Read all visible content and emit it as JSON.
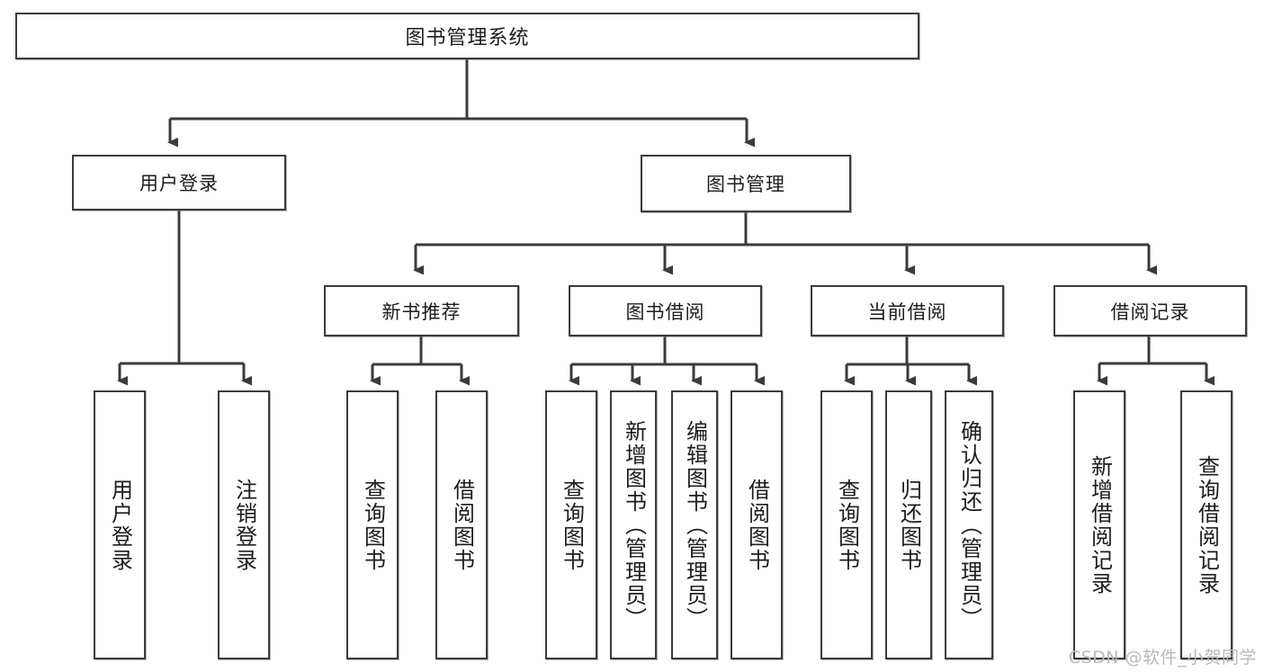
{
  "diagram": {
    "title": "图书管理系统",
    "watermark": "CSDN @软件_小贺同学",
    "colors": {
      "stroke": "#3b3b3b",
      "fill": "#ffffff",
      "text": "#1d1d1d",
      "watermark": "#b9b9b9"
    },
    "root": {
      "label": "图书管理系统"
    },
    "level1": [
      {
        "label": "用户登录"
      },
      {
        "label": "图书管理"
      }
    ],
    "level2": [
      {
        "label": "新书推荐"
      },
      {
        "label": "图书借阅"
      },
      {
        "label": "当前借阅"
      },
      {
        "label": "借阅记录"
      }
    ],
    "leaves": {
      "user_login": [
        {
          "label": "用户登录"
        },
        {
          "label": "注销登录"
        }
      ],
      "new_book": [
        {
          "label": "查询图书"
        },
        {
          "label": "借阅图书"
        }
      ],
      "borrow_book": [
        {
          "label": "查询图书"
        },
        {
          "label": "新增图书（管理员）"
        },
        {
          "label": "编辑图书（管理员）"
        },
        {
          "label": "借阅图书"
        }
      ],
      "current_borrow": [
        {
          "label": "查询图书"
        },
        {
          "label": "归还图书"
        },
        {
          "label": "确认归还（管理员）"
        }
      ],
      "borrow_record": [
        {
          "label": "新增借阅记录"
        },
        {
          "label": "查询借阅记录"
        }
      ]
    }
  }
}
